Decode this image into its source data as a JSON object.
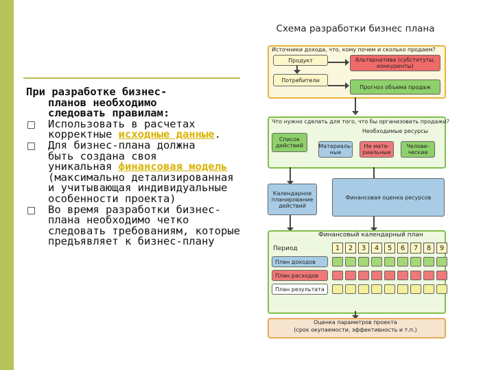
{
  "left": {
    "title_lines": [
      "При разработке бизнес-",
      "планов необходимо",
      "следовать правилам:"
    ],
    "bullets": [
      {
        "parts": [
          "Использовать в расчетах",
          "корректные "
        ],
        "hl": "исходные данные",
        "after": "."
      },
      {
        "parts": [
          "Для бизнес-плана должна",
          "быть создана своя",
          "уникальная "
        ],
        "hl": "финансовая модель",
        "after": " (максимально детализированная и учитывающая индивидуальные  особенности проекта)"
      },
      {
        "text": "Во время разработки бизнес-плана необходимо четко следовать требованиям, которые предъявляет к бизнес-плану"
      }
    ]
  },
  "diagram": {
    "title": "Схема разработки бизнес плана",
    "q1": "Источники дохода, что, кому почем и сколько продаем?",
    "product": "Продукт",
    "alt": "Альтернатива (субституты, конкуренты)",
    "consumers": "Потребители",
    "volume": "Прогноз объема продаж",
    "q2": "Что нужно сделать для того, что бы организовать продажи?",
    "resources": "Необходимые ресурсы",
    "actions": "Список действий",
    "material": "Материаль-ные",
    "nonmaterial": "Не мате-риальные",
    "human": "Челове-ческие",
    "calendar": "Календарное планирование действий",
    "fin_eval": "Финансовая оценка ресурсов",
    "fin_plan": "Финансовый календарный план",
    "period": "Период",
    "periods": [
      "1",
      "2",
      "3",
      "4",
      "5",
      "6",
      "7",
      "8",
      "9"
    ],
    "income": "План доходов",
    "expenses": "План расходов",
    "result": "План результата",
    "assessment": "Оценка параметров проекта",
    "assessment_sub": "(срок окупаемости, эффективность и т.п.)"
  }
}
